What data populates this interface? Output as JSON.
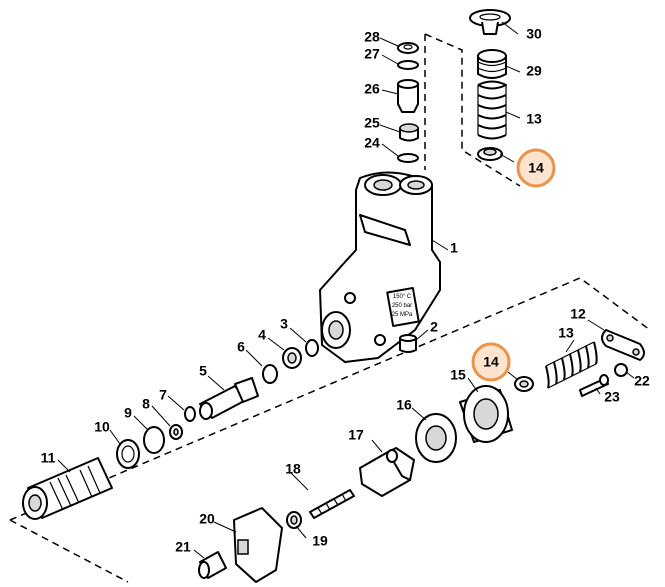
{
  "highlight_color": "#e8944a",
  "highlight_fill": "#fce4cf",
  "labels": {
    "p1": "1",
    "p2": "2",
    "p3": "3",
    "p4": "4",
    "p5": "5",
    "p6": "6",
    "p7": "7",
    "p8": "8",
    "p9": "9",
    "p10": "10",
    "p11": "11",
    "p12": "12",
    "p13a": "13",
    "p13b": "13",
    "p14a": "14",
    "p14b": "14",
    "p15": "15",
    "p16": "16",
    "p17": "17",
    "p18": "18",
    "p19": "19",
    "p20": "20",
    "p21": "21",
    "p22": "22",
    "p23": "23",
    "p24": "24",
    "p25": "25",
    "p26": "26",
    "p27": "27",
    "p28": "28",
    "p29": "29",
    "p30": "30"
  },
  "housing_marking": {
    "line1": "150° C",
    "line2": "250 bar",
    "line3": "25 MPa"
  }
}
